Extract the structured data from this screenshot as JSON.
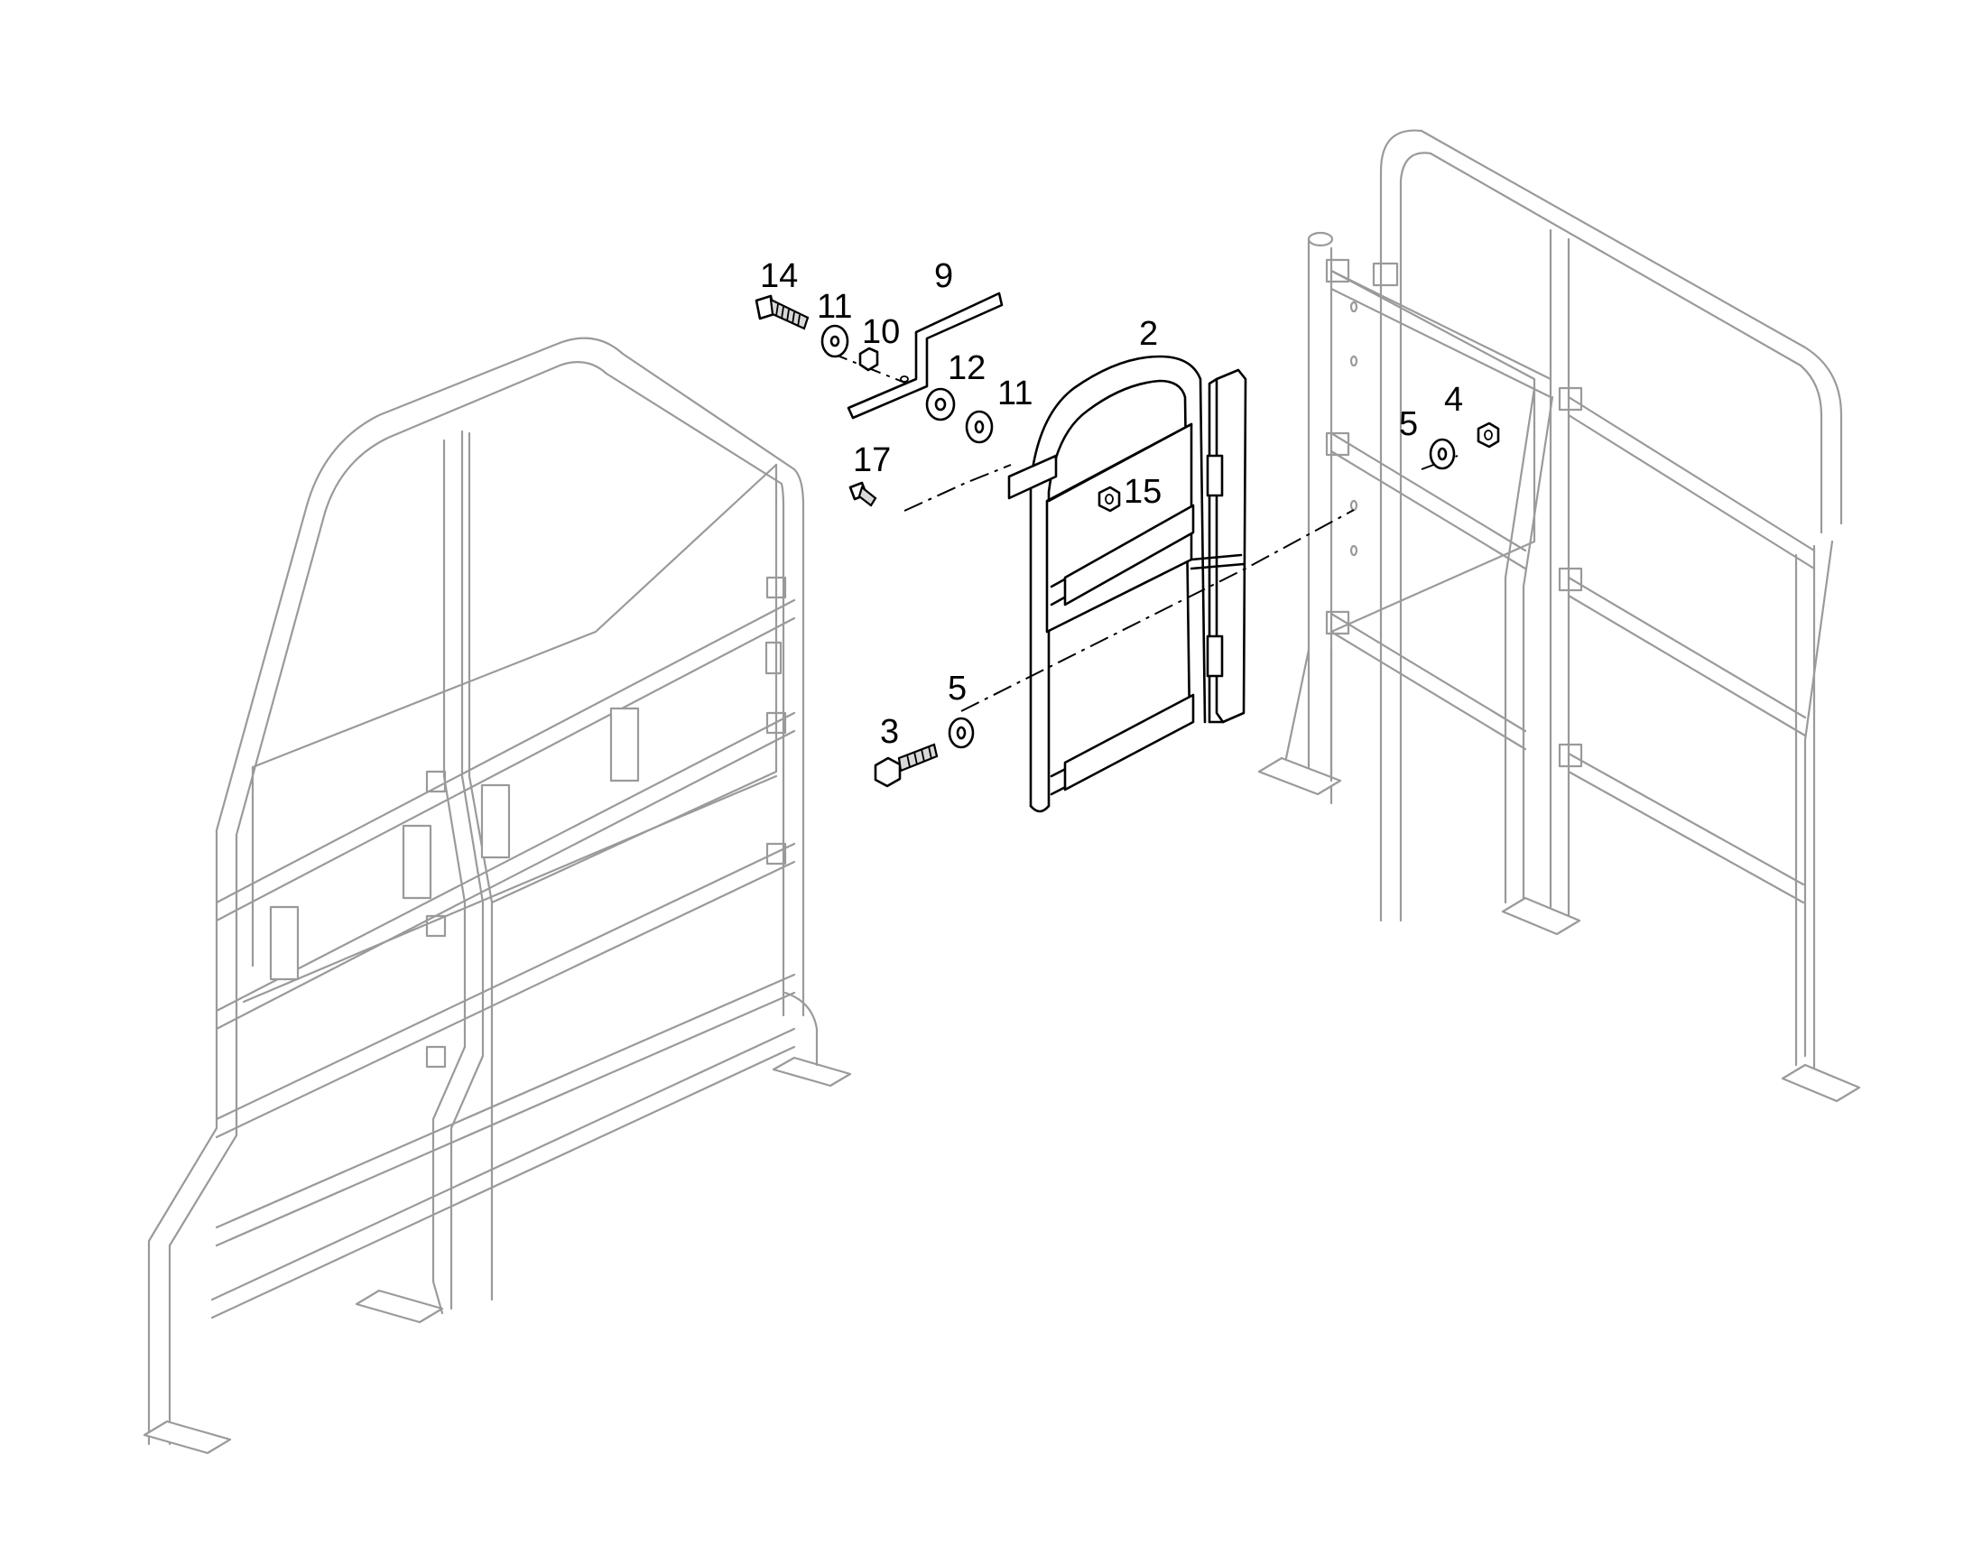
{
  "callouts": {
    "c14": "14",
    "c11a": "11",
    "c10": "10",
    "c9": "9",
    "c12": "12",
    "c11b": "11",
    "c2": "2",
    "c17": "17",
    "c15": "15",
    "c5a": "5",
    "c4": "4",
    "c5b": "5",
    "c3": "3"
  }
}
